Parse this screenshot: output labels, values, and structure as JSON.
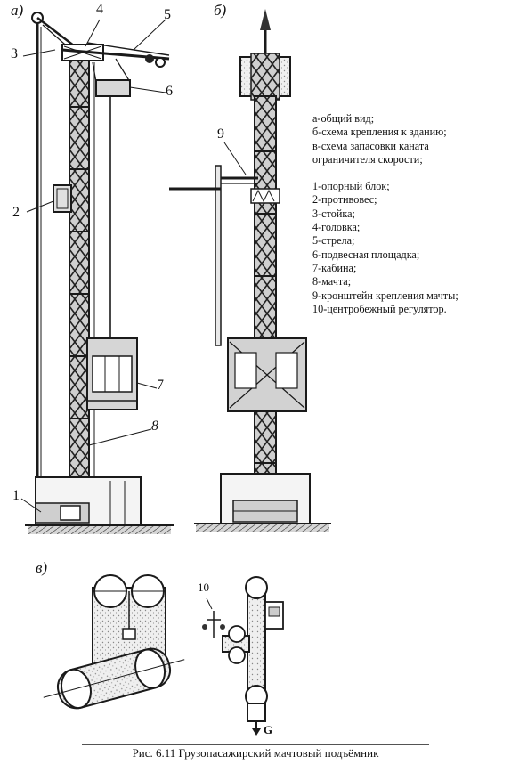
{
  "panel_labels": {
    "a": "а)",
    "b": "б)",
    "v": "в)"
  },
  "callouts": [
    "1",
    "2",
    "3",
    "4",
    "5",
    "6",
    "7",
    "8",
    "9",
    "10"
  ],
  "arrow_label": "G",
  "legend": {
    "views": [
      "а-общий вид;",
      "б-схема крепления к зданию;",
      "в-схема запасовки каната",
      "ограничителя скорости;"
    ],
    "parts": [
      "1-опорный блок;",
      "2-противовес;",
      "3-стойка;",
      "4-головка;",
      "5-стрела;",
      "6-подвесная площадка;",
      "7-кабина;",
      "8-мачта;",
      "9-кронштейн крепления мачты;",
      "10-центробежный регулятор."
    ]
  },
  "caption": "Рис. 6.11 Грузопасажирский мачтовый подъёмник",
  "colors": {
    "ink": "#1a1a1a",
    "paper": "#ffffff",
    "hatch": "#bdbdbd",
    "speckle": "#9e9e9e"
  }
}
